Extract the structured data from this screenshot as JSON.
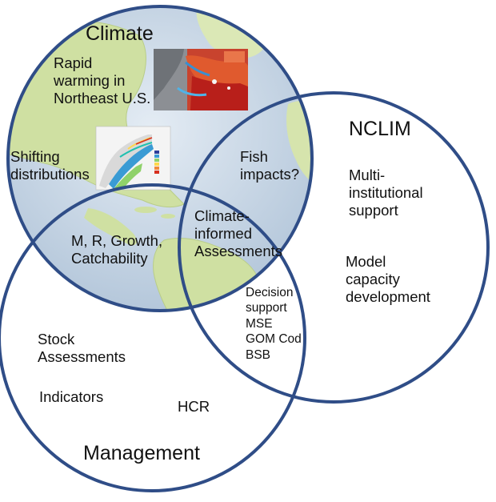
{
  "circles": {
    "climate": {
      "title": "Climate",
      "items": [
        [
          "Rapid",
          "warming in",
          "Northeast U.S."
        ],
        [
          "Shifting",
          "distributions"
        ]
      ]
    },
    "nclim": {
      "title": "NCLIM",
      "items": [
        [
          "Multi-",
          "institutional",
          "support"
        ],
        [
          "Model",
          "capacity",
          "development"
        ]
      ]
    },
    "management": {
      "title": "Management",
      "items": [
        [
          "Stock",
          "Assessments"
        ],
        [
          "Indicators"
        ],
        [
          "HCR"
        ]
      ]
    }
  },
  "overlaps": {
    "climate_nclim": [
      "Fish",
      "impacts?"
    ],
    "climate_management": [
      "M, R, Growth,",
      "Catchability"
    ],
    "center": [
      "Climate-",
      "informed",
      "Assessments"
    ],
    "nclim_management": [
      "Decision",
      "support",
      "MSE",
      "GOM Cod",
      "BSB"
    ]
  },
  "colors": {
    "circle_stroke": "#2f4d87",
    "ocean": "#c7d6e6",
    "land": "#cfe0a2",
    "heat_hot": "#d7301f",
    "heat_cool": "#4a90c8"
  }
}
